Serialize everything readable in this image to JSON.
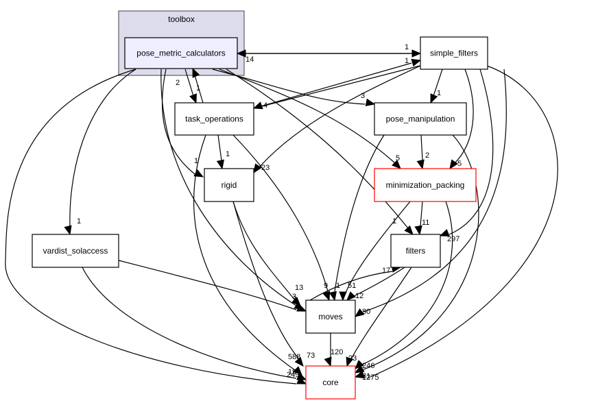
{
  "cluster": {
    "label": "toolbox",
    "fill": "#dcdcec",
    "stroke": "#404040"
  },
  "nodes": {
    "pose_metric_calculators": {
      "label": "pose_metric_calculators",
      "fill": "#eeeeff",
      "stroke": "#000000"
    },
    "simple_filters": {
      "label": "simple_filters",
      "fill": "#ffffff",
      "stroke": "#000000"
    },
    "task_operations": {
      "label": "task_operations",
      "fill": "#ffffff",
      "stroke": "#000000"
    },
    "pose_manipulation": {
      "label": "pose_manipulation",
      "fill": "#ffffff",
      "stroke": "#000000"
    },
    "rigid": {
      "label": "rigid",
      "fill": "#ffffff",
      "stroke": "#000000"
    },
    "minimization_packing": {
      "label": "minimization_packing",
      "fill": "#ffffff",
      "stroke": "#ff0000"
    },
    "vardist_solaccess": {
      "label": "vardist_solaccess",
      "fill": "#ffffff",
      "stroke": "#000000"
    },
    "filters": {
      "label": "filters",
      "fill": "#ffffff",
      "stroke": "#000000"
    },
    "moves": {
      "label": "moves",
      "fill": "#ffffff",
      "stroke": "#000000"
    },
    "core": {
      "label": "core",
      "fill": "#ffffff",
      "stroke": "#ff0000"
    }
  },
  "edges": [
    {
      "from": "simple_filters",
      "to": "pose_metric_calculators",
      "label": "14"
    },
    {
      "from": "pose_metric_calculators",
      "to": "simple_filters",
      "label": "1"
    },
    {
      "from": "task_operations",
      "to": "simple_filters",
      "label": "1"
    },
    {
      "from": "simple_filters",
      "to": "task_operations",
      "label": "4"
    },
    {
      "from": "pose_metric_calculators",
      "to": "task_operations",
      "label": "1"
    },
    {
      "from": "task_operations",
      "to": "pose_metric_calculators",
      "label": "2"
    },
    {
      "from": "pose_metric_calculators",
      "to": "pose_manipulation",
      "label": "3"
    },
    {
      "from": "simple_filters",
      "to": "pose_manipulation",
      "label": "1"
    },
    {
      "from": "pose_metric_calculators",
      "to": "rigid",
      "label": "1"
    },
    {
      "from": "task_operations",
      "to": "rigid",
      "label": "1"
    },
    {
      "from": "simple_filters",
      "to": "rigid",
      "label": "23"
    },
    {
      "from": "pose_metric_calculators",
      "to": "minimization_packing",
      "label": "5"
    },
    {
      "from": "pose_manipulation",
      "to": "minimization_packing",
      "label": "2"
    },
    {
      "from": "simple_filters",
      "to": "minimization_packing",
      "label": "5"
    },
    {
      "from": "pose_metric_calculators",
      "to": "vardist_solaccess",
      "label": "1"
    },
    {
      "from": "pose_metric_calculators",
      "to": "filters",
      "label": "1"
    },
    {
      "from": "minimization_packing",
      "to": "filters",
      "label": "11"
    },
    {
      "from": "simple_filters",
      "to": "filters",
      "label": "297"
    },
    {
      "from": "moves",
      "to": "filters",
      "label": "17"
    },
    {
      "from": "pose_metric_calculators",
      "to": "moves",
      "label": "13"
    },
    {
      "from": "vardist_solaccess",
      "to": "moves",
      "label": "3"
    },
    {
      "from": "task_operations",
      "to": "moves",
      "label": "9"
    },
    {
      "from": "pose_manipulation",
      "to": "moves",
      "label": "1"
    },
    {
      "from": "minimization_packing",
      "to": "moves",
      "label": "51"
    },
    {
      "from": "filters",
      "to": "moves",
      "label": "12"
    },
    {
      "from": "simple_filters",
      "to": "moves",
      "label": "80"
    },
    {
      "from": "rigid",
      "to": "moves",
      "label": "3"
    },
    {
      "from": "task_operations",
      "to": "core",
      "label": "588"
    },
    {
      "from": "rigid",
      "to": "core",
      "label": "73"
    },
    {
      "from": "moves",
      "to": "core",
      "label": "120"
    },
    {
      "from": "filters",
      "to": "core",
      "label": "23"
    },
    {
      "from": "minimization_packing",
      "to": "core",
      "label": "246"
    },
    {
      "from": "pose_manipulation",
      "to": "core",
      "label": "31"
    },
    {
      "from": "simple_filters",
      "to": "core",
      "label": "1275"
    },
    {
      "from": "vardist_solaccess",
      "to": "core",
      "label": "19"
    },
    {
      "from": "pose_metric_calculators",
      "to": "core",
      "label": "249"
    }
  ]
}
